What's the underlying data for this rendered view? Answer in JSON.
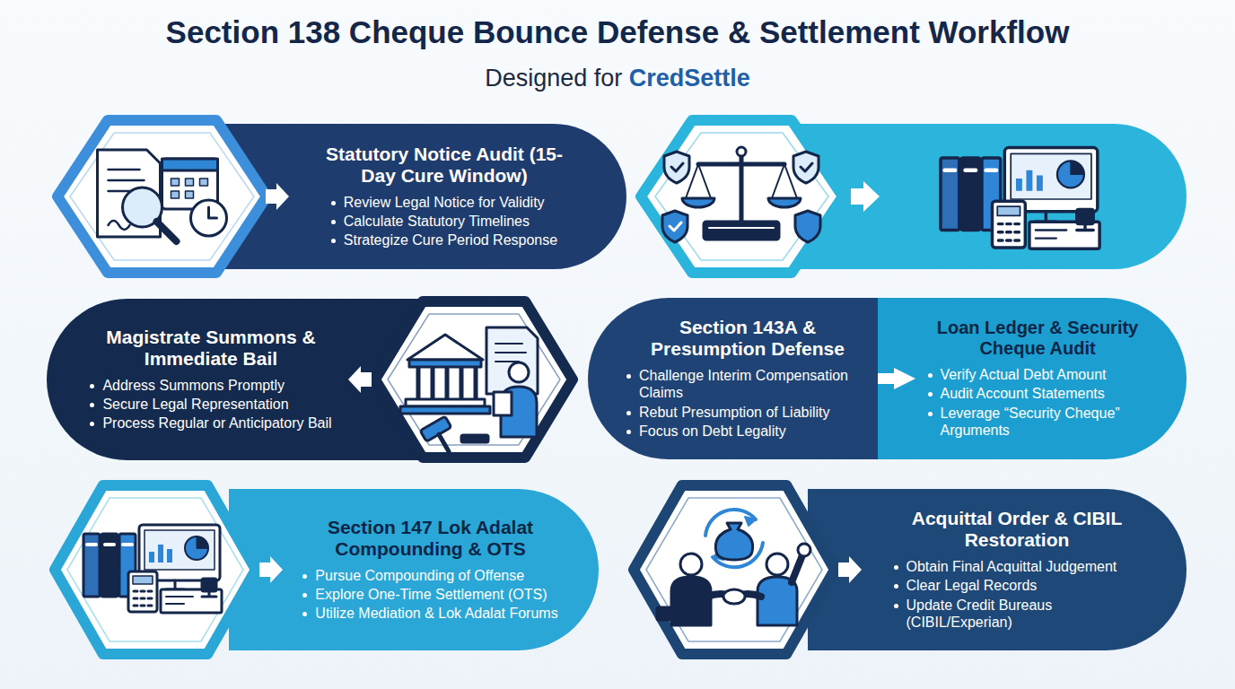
{
  "diagram": {
    "title": "Section 138 Cheque Bounce Defense & Settlement Workflow",
    "nodes": [
      {
        "text": [
          "Statutory Notice Audit (15-Day Cure Window)",
          "Review Legal Notice for Validity",
          "Calculate Statutory Timelines",
          "Strategize Cure Period Response"
        ]
      },
      {
        "text": [
          "Magistrate Summons & Immediate Bail",
          "Address Summons Promptly",
          "Secure Legal Representation",
          "Process Regular or Anticipatory Bail"
        ]
      },
      {
        "text": [
          "Section 143A & Presumption Defense",
          "Challenge Interim Compensation Claims",
          "Rebut Presumption of Liability",
          "Focus on Debt Legality"
        ]
      },
      {
        "text": [
          "Loan Ledger & Security Cheque Audit",
          "Verify Actual Debt Amount",
          "Audit Account Statements",
          "Leverage “Security Cheque” Arguments"
        ]
      },
      {
        "text": [
          "Section 147 Lok Adalat Compounding & OTS",
          "Pursue Compounding of Offense",
          "Explore One-Time Settlement (OTS)",
          "Utilize Mediation & Lok Adalat Forums"
        ]
      },
      {
        "text": [
          "Acquittal Order & CIBIL Restoration",
          "Obtain Final Acquittal Judgement",
          "Clear Legal Records",
          "Update Credit Bureaus (CIBIL/Experian)"
        ]
      }
    ],
    "edges": [
      {
        "from": 2,
        "to": 3,
        "arrow": "to"
      }
    ],
    "labels": [
      "Designed for",
      "CredSettle"
    ]
  }
}
